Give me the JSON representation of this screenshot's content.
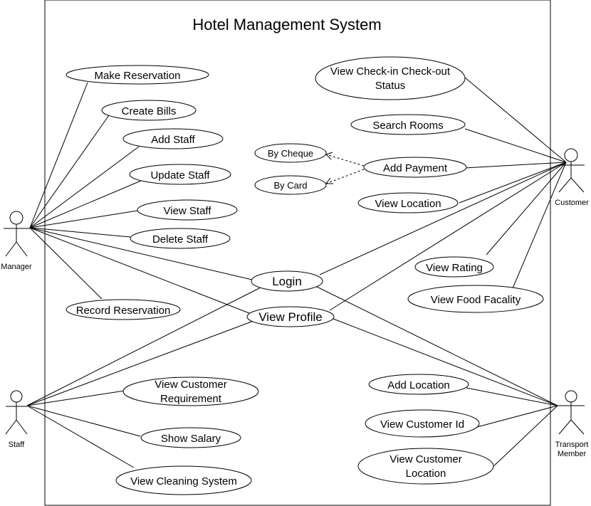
{
  "title": "Hotel Management System",
  "actors": {
    "manager": "Manager",
    "customer": "Customer",
    "staff": "Staff",
    "transport_line1": "Transport",
    "transport_line2": "Member"
  },
  "use_cases": {
    "make_reservation": "Make Reservation",
    "create_bills": "Create Bills",
    "add_staff": "Add Staff",
    "update_staff": "Update Staff",
    "view_staff": "View Staff",
    "delete_staff": "Delete Staff",
    "record_reservation": "Record Reservation",
    "login": "Login",
    "view_profile": "View Profile",
    "check_status_line1": "View Check-in Check-out",
    "check_status_line2": "Status",
    "search_rooms": "Search Rooms",
    "add_payment": "Add Payment",
    "by_cheque": "By Cheque",
    "by_card": "By Card",
    "view_location": "View Location",
    "view_rating": "View Rating",
    "view_food_facality": "View Food Facality",
    "view_customer_requirement_line1": "View Customer",
    "view_customer_requirement_line2": "Requirement",
    "show_salary": "Show Salary",
    "view_cleaning_system": "View Cleaning System",
    "add_location": "Add Location",
    "view_customer_id": "View Customer Id",
    "view_customer_location_line1": "View Customer",
    "view_customer_location_line2": "Location"
  }
}
